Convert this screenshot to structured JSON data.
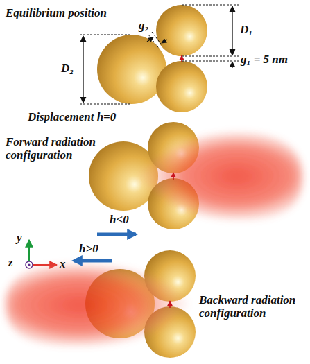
{
  "diagram": {
    "labels": [
      "Equilibrium position",
      "g₂",
      "D₁",
      "D₂",
      "g₁ = 5 nm",
      "Displacement h=0",
      "Forward radiation configuration",
      "h<0",
      "y",
      "z",
      "x",
      "h>0",
      "Backward radiation configuration"
    ]
  }
}
